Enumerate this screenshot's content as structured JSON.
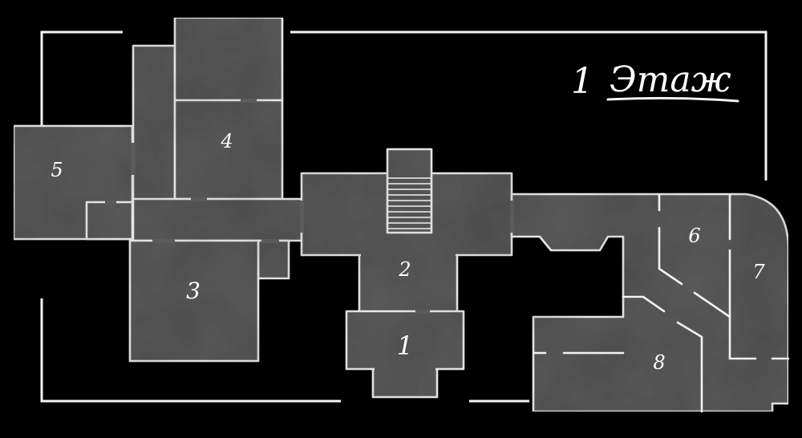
{
  "title": {
    "floor_number": "1",
    "floor_word": "Этаж"
  },
  "rooms": [
    {
      "id": "room-1",
      "label": "1"
    },
    {
      "id": "room-2",
      "label": "2"
    },
    {
      "id": "room-3",
      "label": "3"
    },
    {
      "id": "room-4",
      "label": "4"
    },
    {
      "id": "room-5",
      "label": "5"
    },
    {
      "id": "room-6",
      "label": "6"
    },
    {
      "id": "room-7",
      "label": "7"
    },
    {
      "id": "room-8",
      "label": "8"
    }
  ],
  "colors": {
    "background": "#000000",
    "floor": "#5b5b5b",
    "walls": "#f2f2f2"
  }
}
